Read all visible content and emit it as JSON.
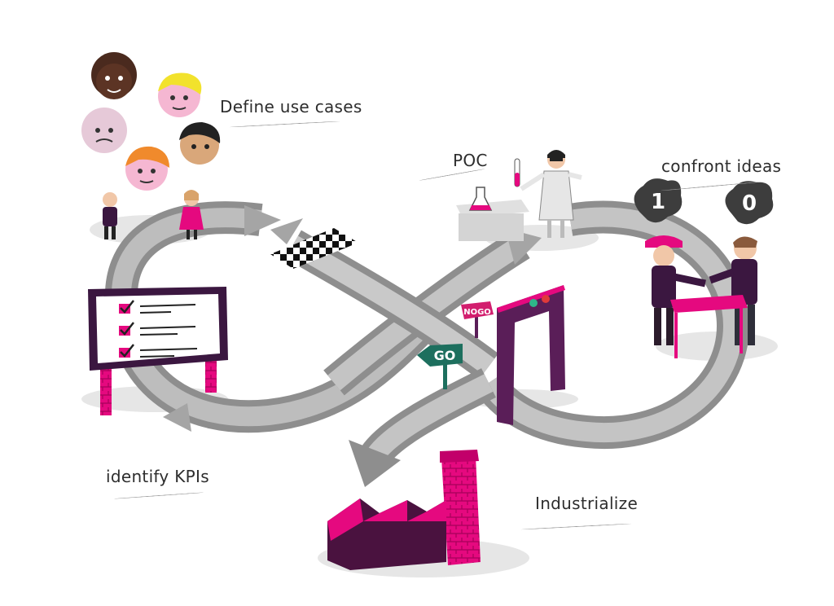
{
  "labels": {
    "define_use_cases": "Define use cases",
    "poc": "POC",
    "confront_ideas": "confront ideas",
    "identify_kpis": "identify KPIs",
    "industrialize": "Industrialize"
  },
  "signs": {
    "go": "GO",
    "nogo": "NOGO"
  },
  "thought_bubbles": {
    "left": "1",
    "right": "0"
  },
  "colors": {
    "accent_magenta": "#e5097f",
    "dark_plum": "#3b1740",
    "arrow_gray": "#8e8e8e",
    "arrow_light": "#c9c9c9",
    "shadow": "#e6e6e6",
    "go_sign": "#1d6f5e"
  }
}
